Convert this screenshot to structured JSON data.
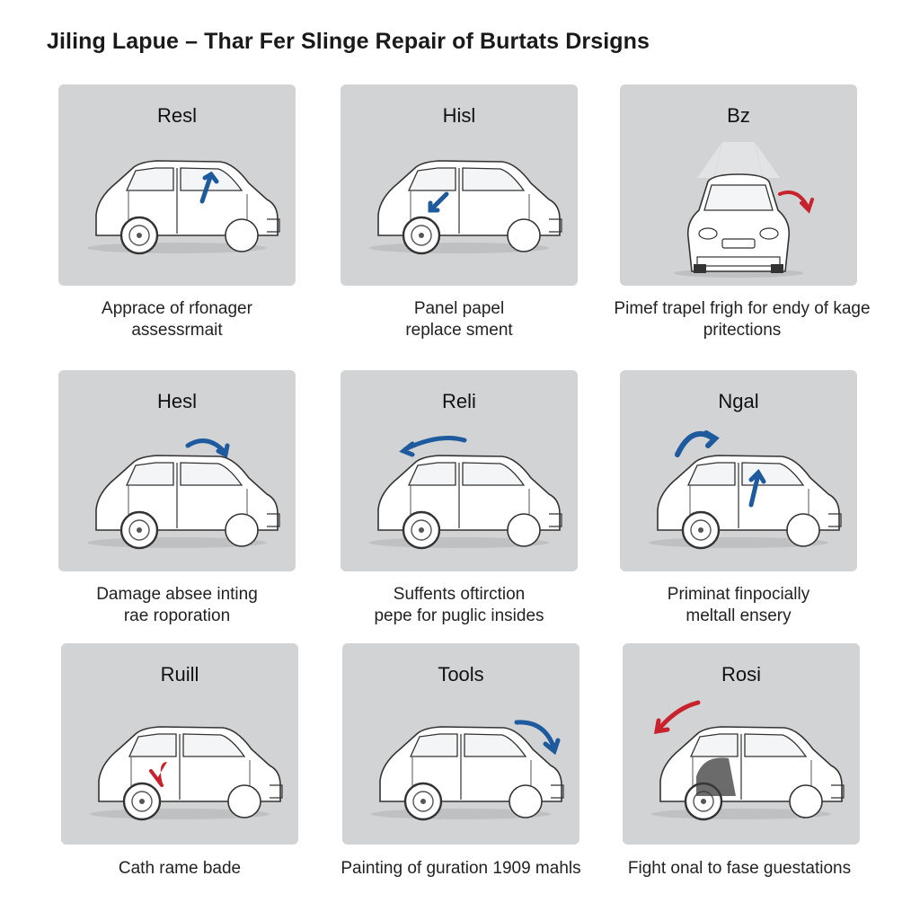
{
  "title": "Jiling Lapue – Thar Fer Slinge Repair of Burtats Drsigns",
  "colors": {
    "card_bg": "#d2d3d5",
    "blue_arrow": "#1d5a9e",
    "red_arrow": "#c8232c"
  },
  "cards": [
    {
      "label": "Resl",
      "caption_line1": "Apprace of rfonager",
      "caption_line2": "assessrmait",
      "icon": "hatchback-side-car-icon",
      "arrow": "blue-up-arrow-icon"
    },
    {
      "label": "Hisl",
      "caption_line1": "Panel papel",
      "caption_line2": "replace sment",
      "icon": "hatchback-side-car-icon",
      "arrow": "blue-down-arrow-icon"
    },
    {
      "label": "Bz",
      "caption_line1": "Pimef trapel frigh for endy of kage",
      "caption_line2": "pritections",
      "icon": "front-view-car-icon",
      "arrow": "red-curved-arrow-icon"
    },
    {
      "label": "Hesl",
      "caption_line1": "Damage absee inting",
      "caption_line2": "rae roporation",
      "icon": "hatchback-side-car-icon",
      "arrow": "blue-curved-arrow-icon"
    },
    {
      "label": "Reli",
      "caption_line1": "Suffents oftirction",
      "caption_line2": "pepe for puglic insides",
      "icon": "hatchback-side-car-icon",
      "arrow": "blue-curved-arrow-icon"
    },
    {
      "label": "Ngal",
      "caption_line1": "Priminat finpocially",
      "caption_line2": "meltall ensery",
      "icon": "hatchback-side-car-icon",
      "arrow": "blue-curved-arrow-icon"
    },
    {
      "label": "Ruill",
      "caption_line1": "Cath rame bade",
      "caption_line2": "",
      "icon": "hatchback-side-car-icon",
      "arrow": "red-arrow-icon"
    },
    {
      "label": "Tools",
      "caption_line1": "Painting of guration 1909 mahls",
      "caption_line2": "",
      "icon": "hatchback-side-car-icon",
      "arrow": "blue-curved-arrow-icon"
    },
    {
      "label": "Rosi",
      "caption_line1": "Fight onal to fase guestations",
      "caption_line2": "",
      "icon": "hatchback-side-car-icon",
      "arrow": "red-curved-arrow-icon"
    }
  ]
}
